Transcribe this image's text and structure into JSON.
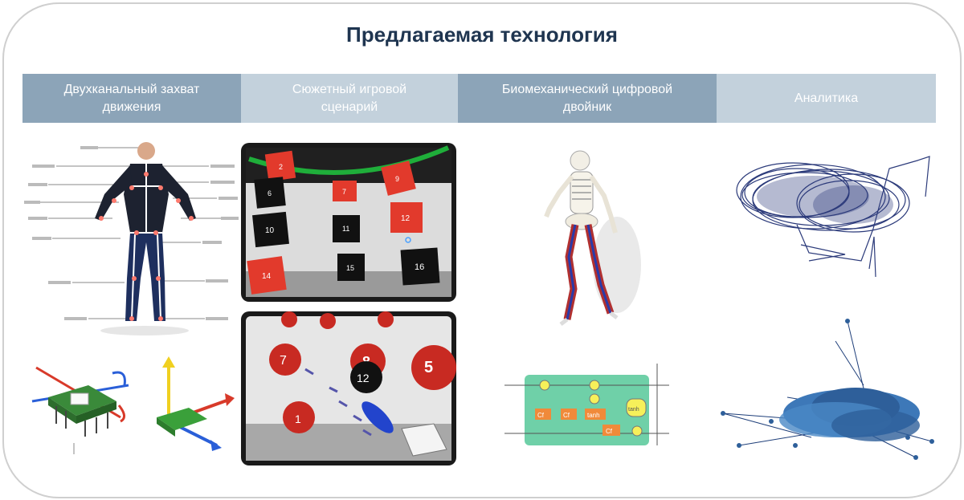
{
  "title": "Предлагаемая технология",
  "columns": [
    {
      "line1": "Двухканальный захват",
      "line2": "движения"
    },
    {
      "line1": "Сюжетный игровой",
      "line2": "сценарий"
    },
    {
      "line1": "Биомеханический цифровой",
      "line2": "двойник"
    },
    {
      "line1": "Аналитика",
      "line2": ""
    }
  ],
  "game_top_cubes": [
    "2",
    "6",
    "7",
    "9",
    "10",
    "11",
    "12",
    "14",
    "15",
    "16"
  ],
  "game_bottom_balls": [
    "7",
    "8",
    "5",
    "1"
  ],
  "game_bottom_black_ball": "12",
  "lstm_labels": {
    "cf": "Cf",
    "tanh": "tanh"
  },
  "colors": {
    "title": "#1f3550",
    "header_dark": "#8ca4b8",
    "header_light": "#c3d1dc",
    "cube_red": "#e23a2c",
    "lstm_green": "#6fd0a8",
    "analytics_blue": "#2b3a7a"
  }
}
